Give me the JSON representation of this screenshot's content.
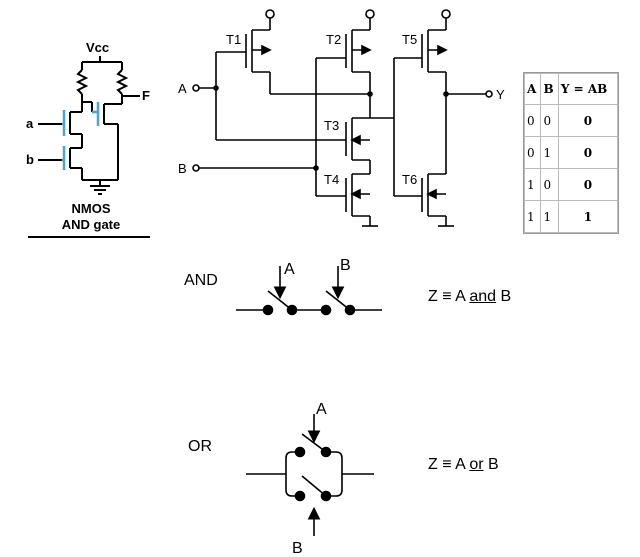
{
  "nmos": {
    "vcc": "Vcc",
    "out": "F",
    "in_a": "a",
    "in_b": "b",
    "caption_line1": "NMOS",
    "caption_line2": "AND gate"
  },
  "cmos": {
    "transistors": [
      "T1",
      "T2",
      "T3",
      "T4",
      "T5",
      "T6"
    ],
    "in_a": "A",
    "in_b": "B",
    "out": "Y"
  },
  "truth_table": {
    "headers": [
      "A",
      "B",
      "Y = AB"
    ],
    "rows": [
      [
        "0",
        "0",
        "0"
      ],
      [
        "0",
        "1",
        "0"
      ],
      [
        "1",
        "0",
        "0"
      ],
      [
        "1",
        "1",
        "1"
      ]
    ]
  },
  "and_switch": {
    "label": "AND",
    "switch_a": "A",
    "switch_b": "B",
    "eq_prefix": "Z ≡ A ",
    "eq_op": "and",
    "eq_suffix": " B"
  },
  "or_switch": {
    "label": "OR",
    "switch_a": "A",
    "switch_b": "B",
    "eq_prefix": "Z ≡ A ",
    "eq_op": "or",
    "eq_suffix": " B"
  }
}
